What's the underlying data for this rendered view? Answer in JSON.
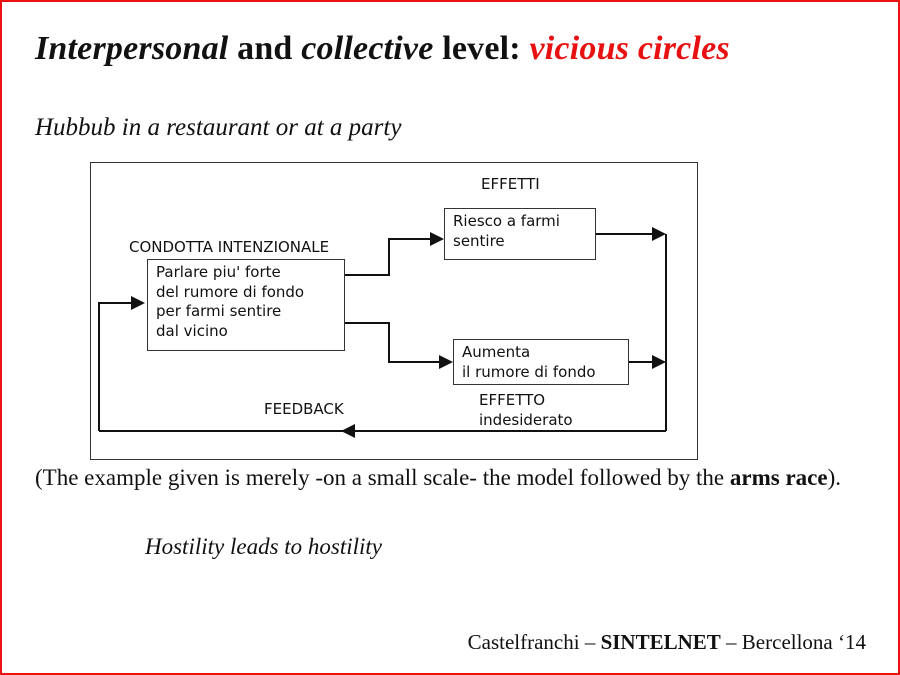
{
  "page": {
    "border_color": "#ee1111",
    "background": "#ffffff",
    "title_accent_color": "#e81111"
  },
  "title": {
    "part1_italic": "Interpersonal",
    "part2": " and ",
    "part3_italic": "collective",
    "part4": " level: ",
    "accent_italic": "vicious circles"
  },
  "subtitle": "Hubbub in a restaurant or at a party",
  "diagram": {
    "labels": {
      "effetti": "EFFETTI",
      "condotta": "CONDOTTA INTENZIONALE",
      "feedback": "FEEDBACK",
      "effetto": "EFFETTO\nindesiderato"
    },
    "boxes": {
      "conduct": "Parlare piu' forte\ndel rumore di fondo\nper farmi sentire\ndal vicino",
      "effect_desired": "Riesco a farmi\nsentire",
      "effect_undesired": "Aumenta\nil rumore di fondo"
    }
  },
  "note": {
    "prefix": "(The example given is merely -on a small scale- the model followed by the ",
    "bold": "arms race",
    "suffix": ")."
  },
  "hostility_line": "Hostility leads to hostility",
  "footer": {
    "prefix": "Castelfranchi – ",
    "bold": "SINTELNET",
    "suffix": " – Bercellona ‘14"
  }
}
